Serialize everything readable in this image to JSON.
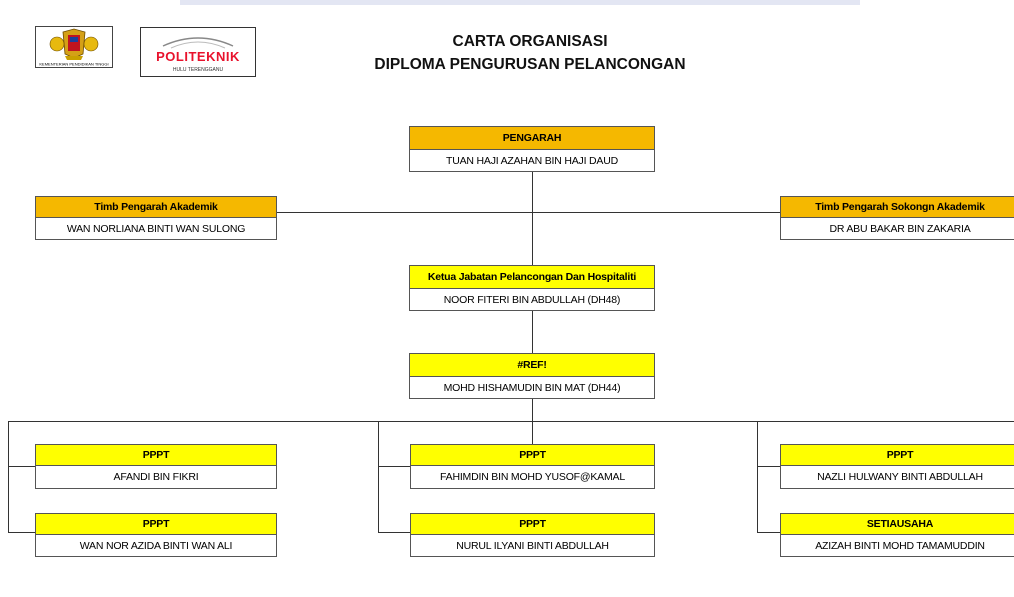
{
  "header": {
    "title_line1": "CARTA ORGANISASI",
    "title_line2": "DIPLOMA PENGURUSAN PELANCONGAN"
  },
  "logos": {
    "crest_caption": "KEMENTERIAN PENDIDIKAN TINGGI",
    "politeknik_name": "POLITEKNIK",
    "politeknik_sub": "HULU TERENGGANU"
  },
  "colors": {
    "orange_header": "#f5b800",
    "yellow_header": "#ffff00",
    "politeknik_red": "#e8122c"
  },
  "org": {
    "pengarah": {
      "role": "PENGARAH",
      "name": "TUAN HAJI AZAHAN BIN HAJI DAUD"
    },
    "timb_akademik": {
      "role": "Timb Pengarah Akademik",
      "name": "WAN NORLIANA BINTI WAN SULONG"
    },
    "timb_sokongan": {
      "role": "Timb Pengarah Sokongn Akademik",
      "name": "DR ABU BAKAR BIN ZAKARIA"
    },
    "ketua_jabatan": {
      "role": "Ketua Jabatan Pelancongan Dan Hospitaliti",
      "name": "NOOR FITERI BIN ABDULLAH (DH48)"
    },
    "ref": {
      "role": "#REF!",
      "name": "MOHD HISHAMUDIN BIN MAT (DH44)"
    },
    "staff": [
      {
        "role": "PPPT",
        "name": "AFANDI BIN FIKRI"
      },
      {
        "role": "PPPT",
        "name": "WAN NOR AZIDA BINTI WAN ALI"
      },
      {
        "role": "PPPT",
        "name": "FAHIMDIN BIN MOHD YUSOF@KAMAL"
      },
      {
        "role": "PPPT",
        "name": "NURUL ILYANI BINTI ABDULLAH"
      },
      {
        "role": "PPPT",
        "name": "NAZLI HULWANY BINTI ABDULLAH"
      },
      {
        "role": "SETIAUSAHA",
        "name": "AZIZAH BINTI MOHD TAMAMUDDIN"
      }
    ]
  }
}
